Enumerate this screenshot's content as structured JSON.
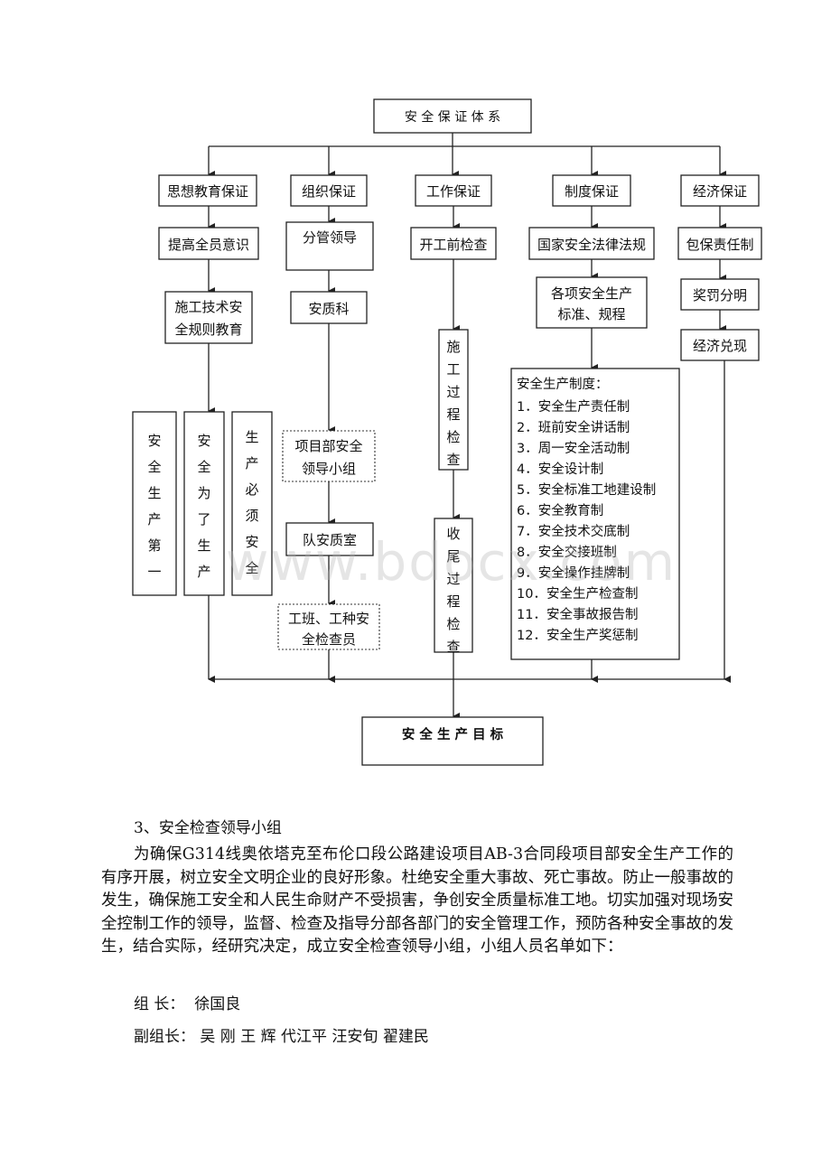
{
  "diagram": {
    "root": "安 全 保 证 体 系",
    "goal": "安 全 生 产 目 标",
    "branches": {
      "thought": "思想教育保证",
      "org": "组织保证",
      "work": "工作保证",
      "system": "制度保证",
      "econ": "经济保证"
    },
    "thought_items": {
      "a": "提高全员意识",
      "b1": "施工技术安",
      "b2": "全规则教育"
    },
    "slogans": {
      "s1": [
        "安",
        "全",
        "生",
        "产",
        "第",
        "一"
      ],
      "s2": [
        "安",
        "全",
        "为",
        "了",
        "生",
        "产"
      ],
      "s3": [
        "生",
        "产",
        "必",
        "须",
        "安",
        "全"
      ]
    },
    "org_items": {
      "a": "分管领导",
      "b": "安质科",
      "c1": "项目部安全",
      "c2": "领导小组",
      "d": "队安质室",
      "e1": "工班、工种安",
      "e2": "全检查员"
    },
    "work_items": {
      "a": "开工前检查",
      "b": [
        "施",
        "工",
        "过",
        "程",
        "检",
        "查"
      ],
      "c": [
        "收",
        "尾",
        "过",
        "程",
        "检",
        "查"
      ]
    },
    "system_items": {
      "a": "国家安全法律法规",
      "b1": "各项安全生产",
      "b2": "标准、规程",
      "rules_title": "安全生产制度：",
      "rules": [
        "1．安全生产责任制",
        "2．班前安全讲话制",
        "3．周一安全活动制",
        "4．安全设计制",
        "5．安全标准工地建设制",
        "6．安全教育制",
        "7．安全技术交底制",
        "8．安全交接班制",
        "9．安全操作挂牌制",
        "10．安全生产检查制",
        "11．安全事故报告制",
        "12．安全生产奖惩制"
      ]
    },
    "econ_items": {
      "a": "包保责任制",
      "b": "奖罚分明",
      "c": "经济兑现"
    }
  },
  "watermark": "www.bdocx.com",
  "section": {
    "heading": "3、安全检查领导小组",
    "paragraph": "为确保G314线奥依塔克至布伦口段公路建设项目AB-3合同段项目部安全生产工作的有序开展，树立安全文明企业的良好形象。杜绝安全重大事故、死亡事故。防止一般事故的发生，确保施工安全和人民生命财产不受损害，争创安全质量标准工地。切实加强对现场安全控制工作的领导，监督、检查及指导分部各部门的安全管理工作，预防各种安全事故的发生，结合实际，经研究决定，成立安全检查领导小组，小组人员名单如下：",
    "leader_label": "组 长：",
    "leader_name": "徐国良",
    "deputy_label": "副组长：",
    "deputy_names": "吴 刚 王 辉 代江平 汪安旬 翟建民"
  }
}
